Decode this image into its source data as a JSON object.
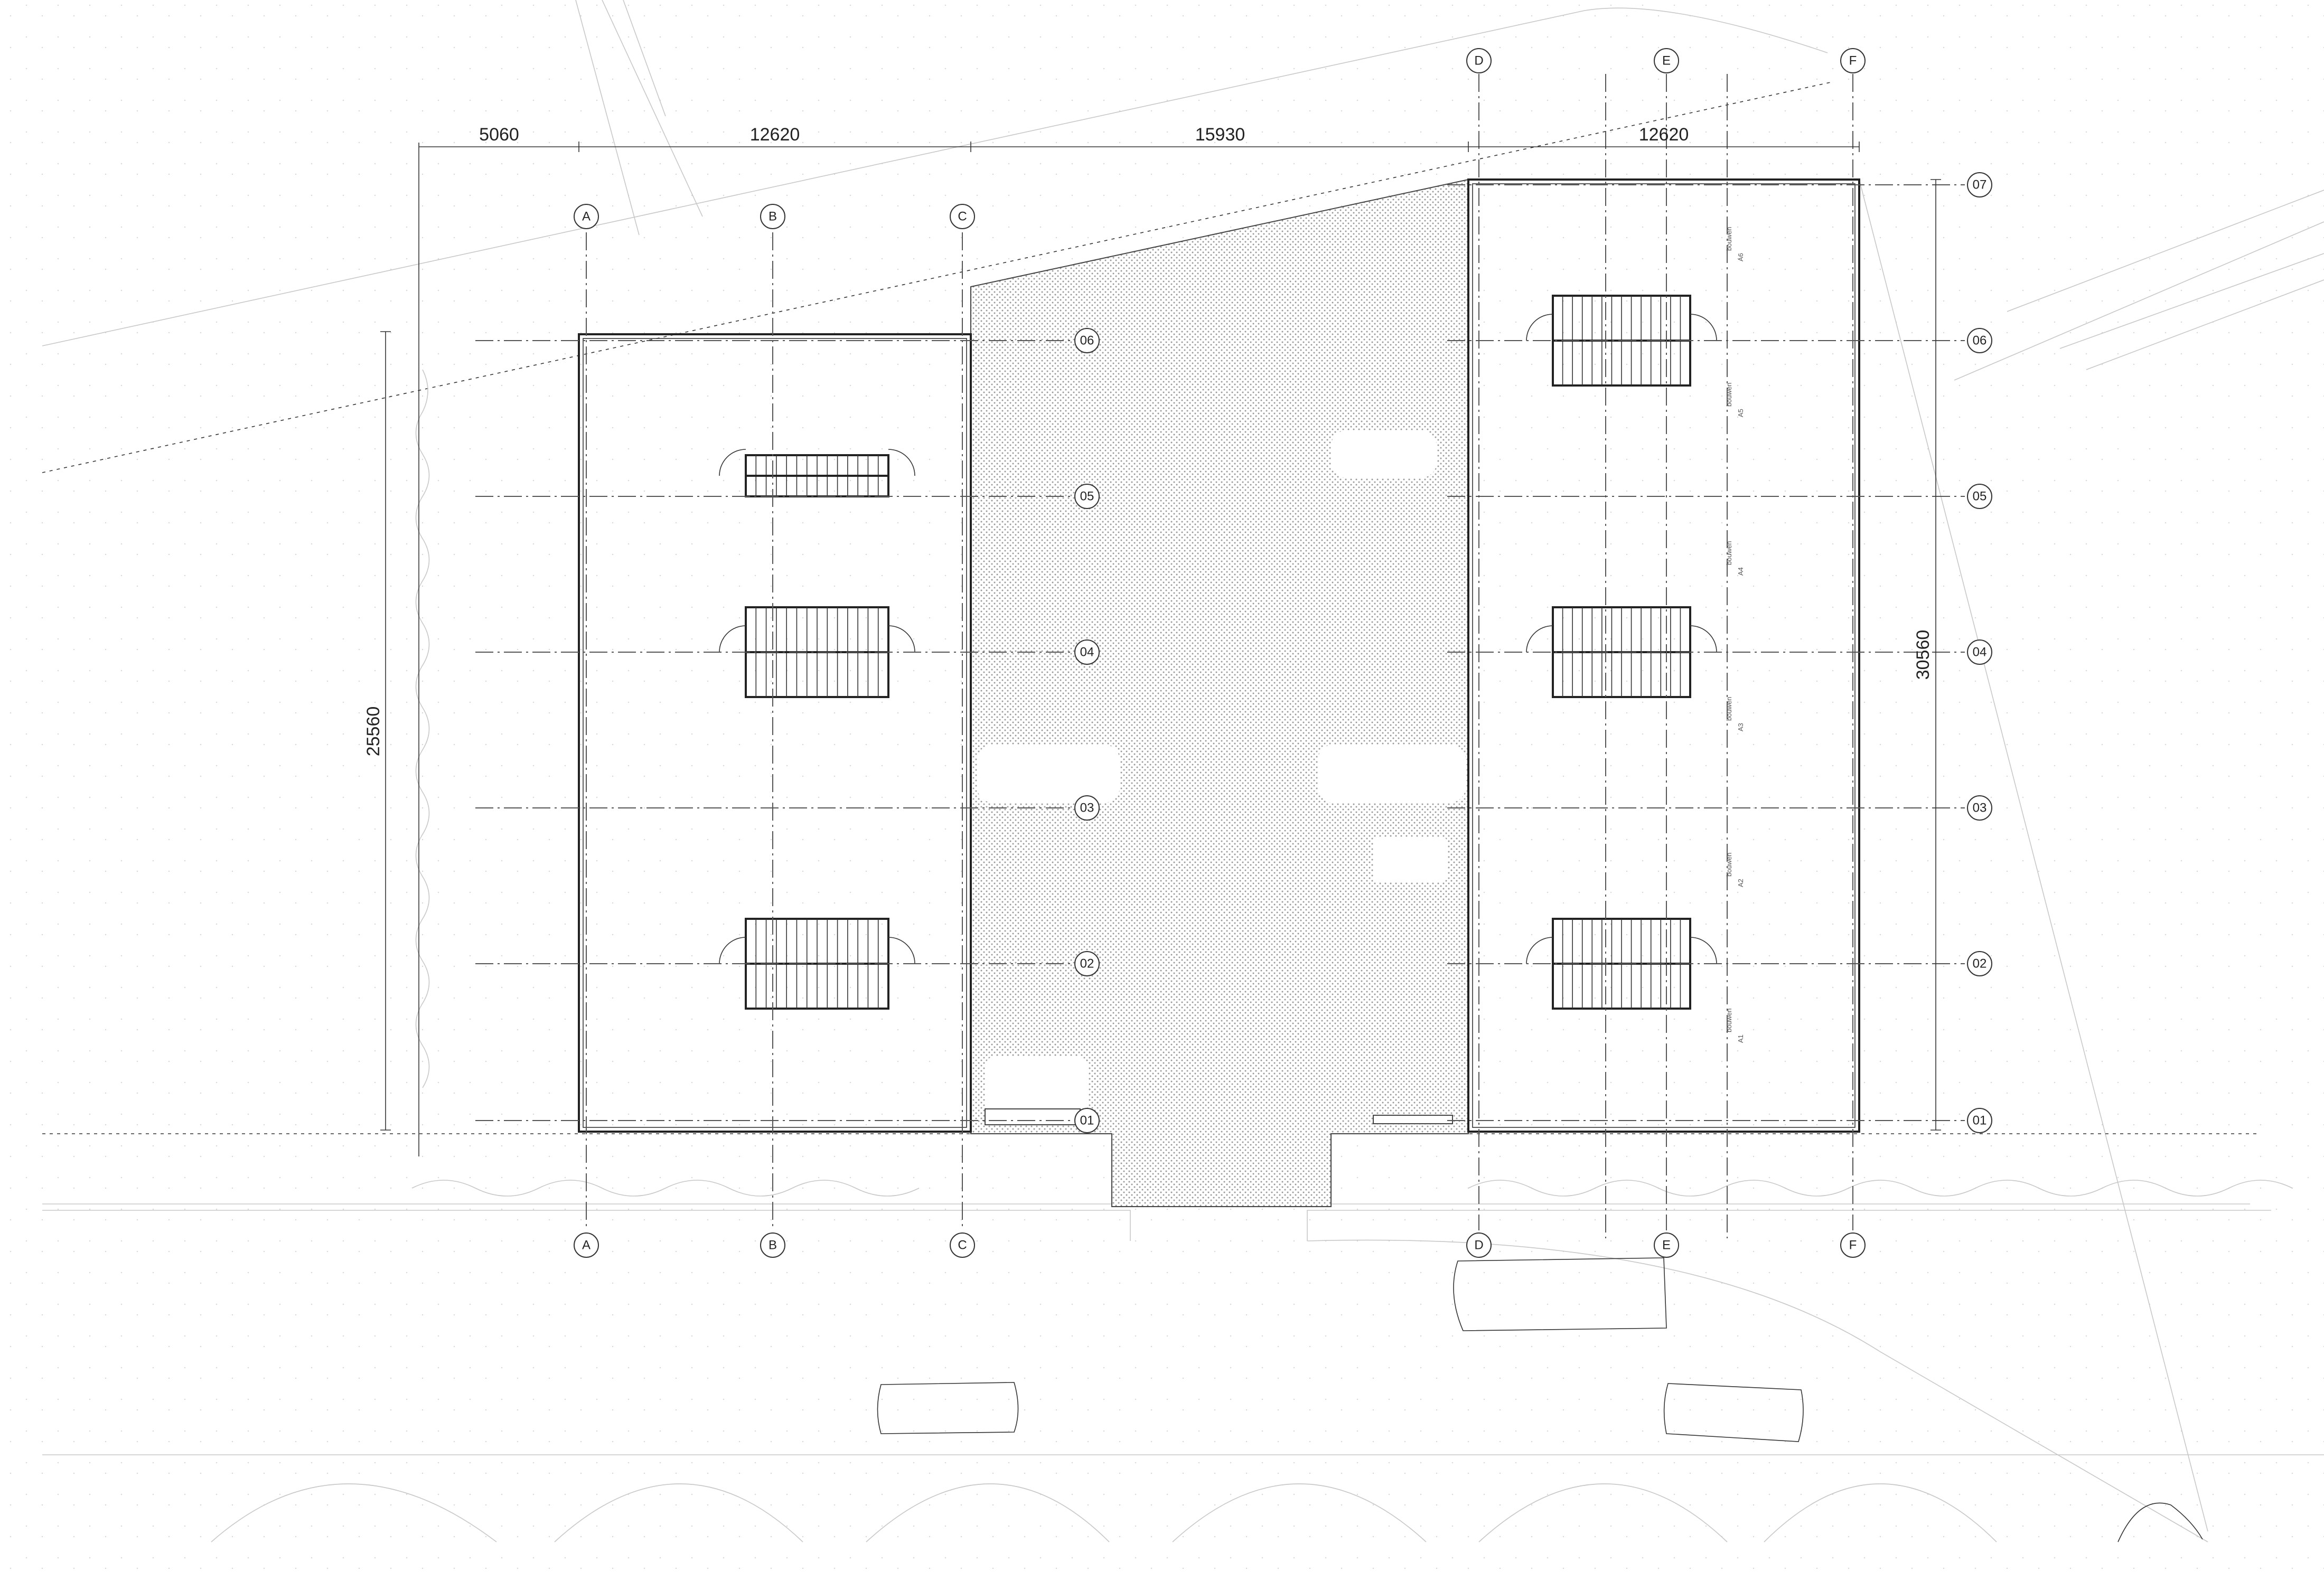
{
  "drawing": {
    "type": "site floor plan",
    "dimensions": {
      "top": [
        "5060",
        "12620",
        "15930",
        "12620"
      ],
      "left": "25560",
      "right": "30560"
    },
    "column_grid": {
      "left_block": [
        "A",
        "B",
        "C"
      ],
      "right_block": [
        "D",
        "E",
        "F"
      ]
    },
    "row_grid": {
      "left_block": [
        "06",
        "05",
        "04",
        "03",
        "02",
        "01"
      ],
      "right_block": [
        "07",
        "06",
        "05",
        "04",
        "03",
        "02",
        "01"
      ]
    },
    "units": {
      "labels": [
        "A6",
        "A5",
        "A4",
        "A3",
        "A2",
        "A1"
      ],
      "caption": "bouwen"
    },
    "colors": {
      "linework": "#222222",
      "faint_context": "#c8c8c8",
      "hatch_fill": "#bdbdbd"
    }
  }
}
